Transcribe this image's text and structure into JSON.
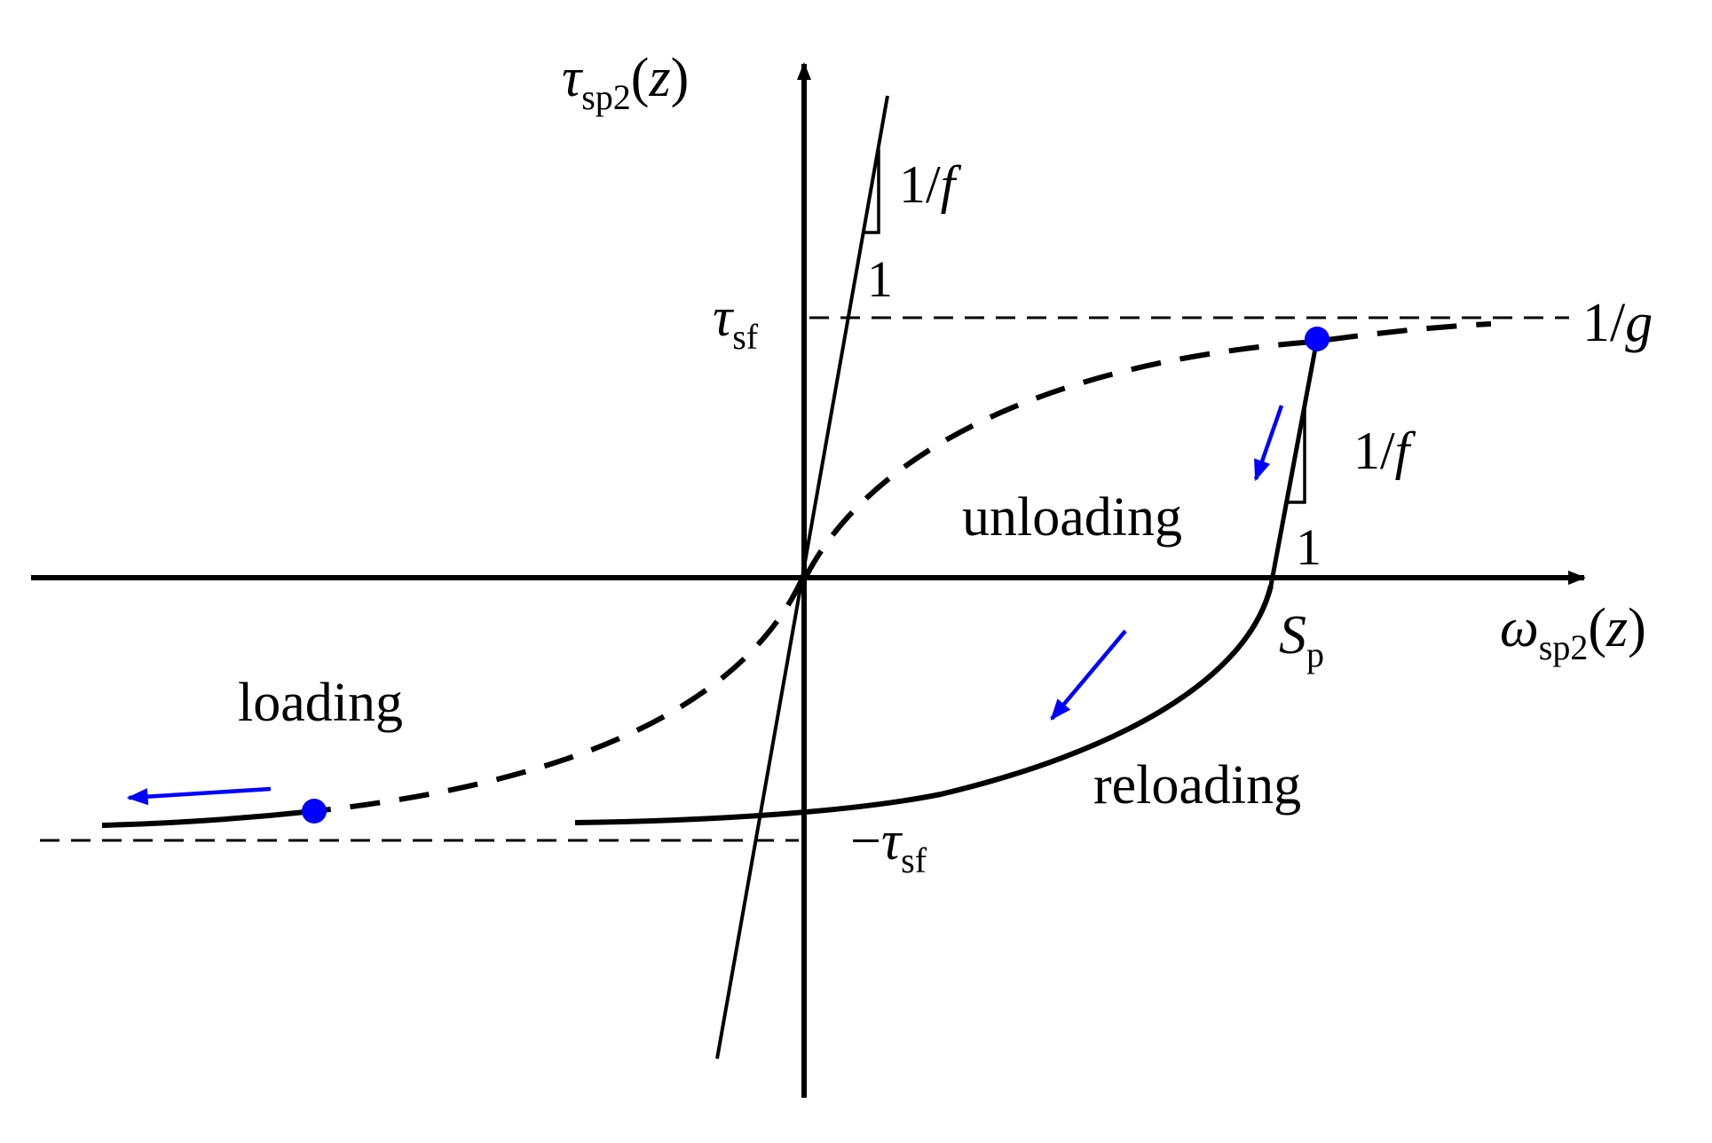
{
  "labels": {
    "y_axis": {
      "main": "τ",
      "sub": "sp2",
      "arg_open": "(",
      "arg": "z",
      "arg_close": ")"
    },
    "x_axis": {
      "main": "ω",
      "sub": "sp2",
      "arg_open": "(",
      "arg": "z",
      "arg_close": ")"
    },
    "tau_sf": {
      "main": "τ",
      "sub": "sf"
    },
    "neg_tau_sf": {
      "sign": "−",
      "main": "τ",
      "sub": "sf"
    },
    "slope_top": {
      "num": "1/",
      "var": "f",
      "run": "1"
    },
    "slope_right": {
      "num": "1/",
      "var": "f",
      "run": "1"
    },
    "asymptote": {
      "num": "1/",
      "var": "g"
    },
    "sp": {
      "main": "S",
      "sub": "p"
    },
    "unloading": "unloading",
    "reloading": "reloading",
    "loading": "loading"
  },
  "colors": {
    "curve": "#000000",
    "marker": "#0000ff",
    "arrow": "#0000ff"
  }
}
